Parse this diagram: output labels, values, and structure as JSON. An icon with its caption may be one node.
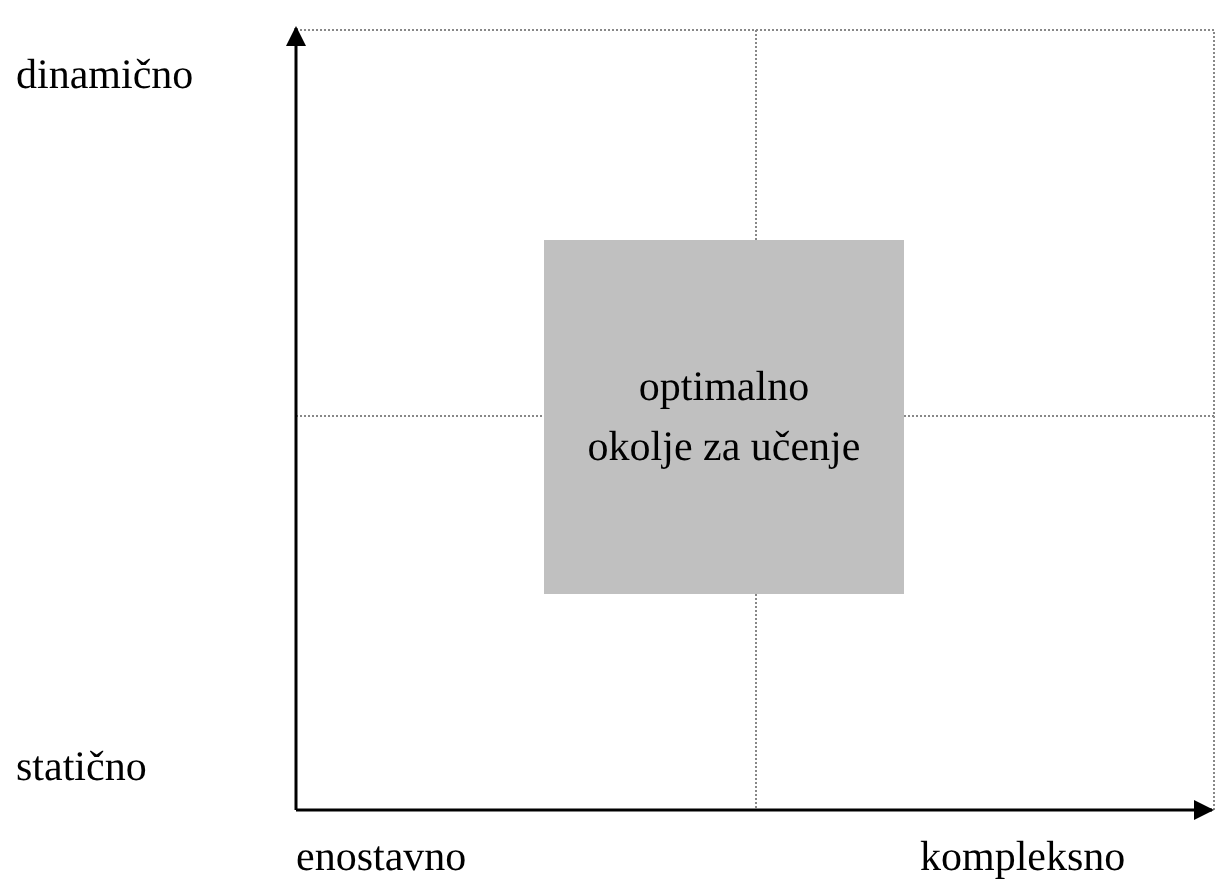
{
  "diagram": {
    "nodes": [
      {
        "text": [
          "optimalno okolje za učenje"
        ]
      }
    ],
    "labels": [
      "dinamično",
      "statično",
      "enostavno",
      "kompleksno"
    ]
  }
}
